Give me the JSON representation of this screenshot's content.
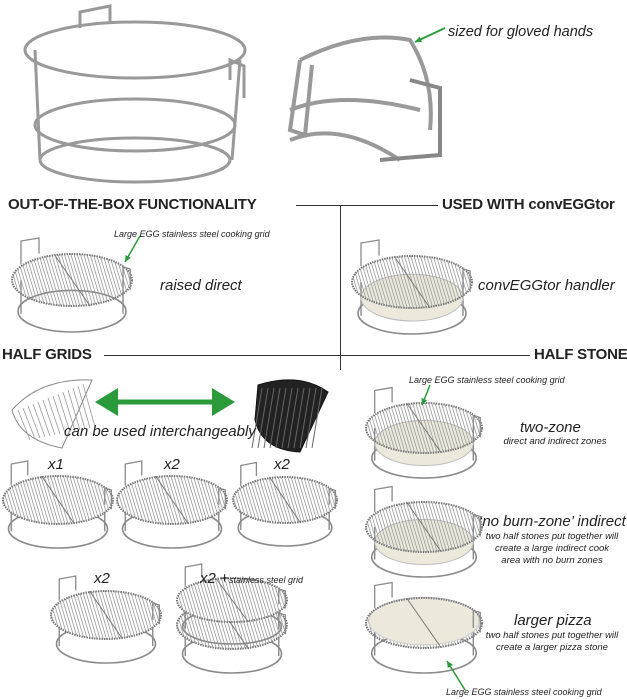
{
  "top": {
    "callout": "sized for gloved hands"
  },
  "sections": {
    "out_of_box": {
      "title": "OUT-OF-THE-BOX FUNCTIONALITY",
      "callout": "Large EGG stainless steel cooking grid",
      "label": "raised direct"
    },
    "convegg": {
      "title": "USED WITH convEGGtor",
      "label": "convEGGtor handler"
    },
    "half_grids": {
      "title": "HALF GRIDS",
      "interchange": "can be used interchangeably",
      "configs": [
        {
          "label": "x1"
        },
        {
          "label": "x2"
        },
        {
          "label": "x2"
        },
        {
          "label": "x2"
        },
        {
          "label": "x2 +",
          "extra": "stainless steel grid"
        }
      ]
    },
    "half_stone": {
      "title": "HALF STONE",
      "callout_top": "Large EGG stainless steel cooking grid",
      "callout_bottom": "Large EGG stainless steel cooking grid",
      "items": [
        {
          "title": "two-zone",
          "desc": [
            "direct and indirect zones"
          ]
        },
        {
          "title": "‘no burn-zone’ indirect",
          "desc": [
            "two half stones put together will",
            "create a large indirect cook",
            "area with no burn zones"
          ]
        },
        {
          "title": "larger pizza",
          "desc": [
            "two half stones put together will",
            "create a larger pizza stone"
          ]
        }
      ]
    }
  },
  "colors": {
    "arrow": "#2a9a3a",
    "line": "#333333",
    "steel": "#8a8a8a",
    "stone": "#ece9dc"
  }
}
